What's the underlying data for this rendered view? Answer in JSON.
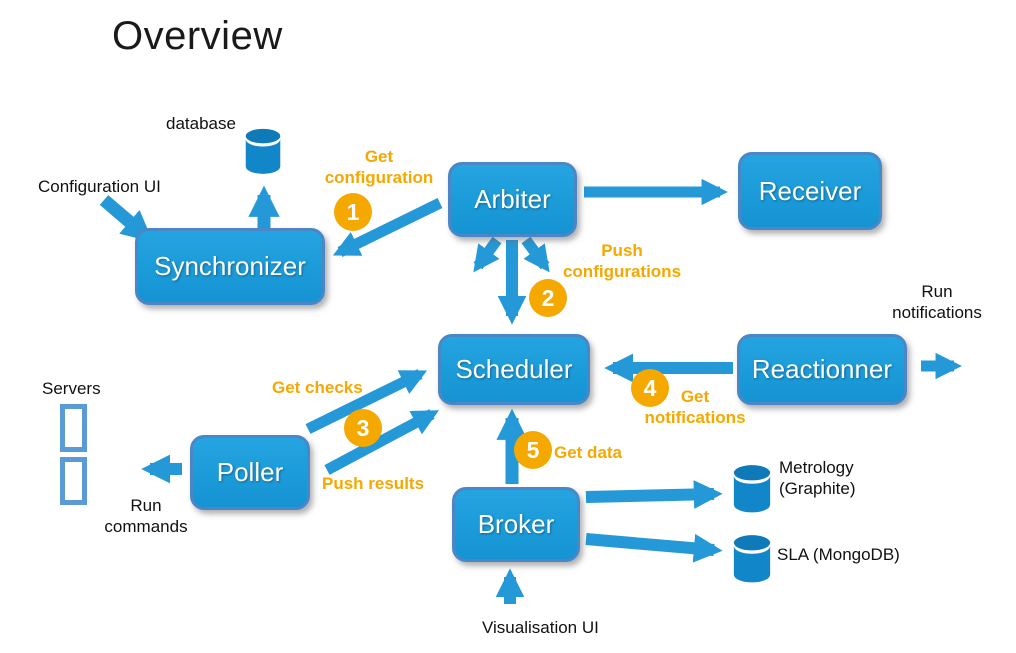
{
  "title": "Overview",
  "colors": {
    "box_fill": "#1899d6",
    "box_border": "#4b86c6",
    "arrow_blue": "#2598d8",
    "step_orange": "#f5a800",
    "server_border": "#5b9bd5",
    "text_black": "#111111",
    "box_text": "#ffffff"
  },
  "nodes": [
    {
      "label": "Synchronizer"
    },
    {
      "label": "Arbiter"
    },
    {
      "label": "Receiver"
    },
    {
      "label": "Scheduler"
    },
    {
      "label": "Reactionner"
    },
    {
      "label": "Poller"
    },
    {
      "label": "Broker"
    }
  ],
  "databases": [
    {
      "label": "database"
    },
    {
      "label": "Metrology (Graphite)"
    },
    {
      "label": "SLA (MongoDB)"
    }
  ],
  "annotations": {
    "configuration_ui": "Configuration UI",
    "run_notifications": "Run notifications",
    "servers": "Servers",
    "run_commands": "Run commands",
    "visualisation_ui": "Visualisation UI"
  },
  "flow_labels": {
    "get_configuration": "Get configuration",
    "push_configurations": "Push configurations",
    "get_checks": "Get checks",
    "push_results": "Push results",
    "get_notifications": "Get notifications",
    "get_data": "Get data"
  },
  "steps": [
    {
      "n": "1"
    },
    {
      "n": "2"
    },
    {
      "n": "3"
    },
    {
      "n": "4"
    },
    {
      "n": "5"
    }
  ]
}
